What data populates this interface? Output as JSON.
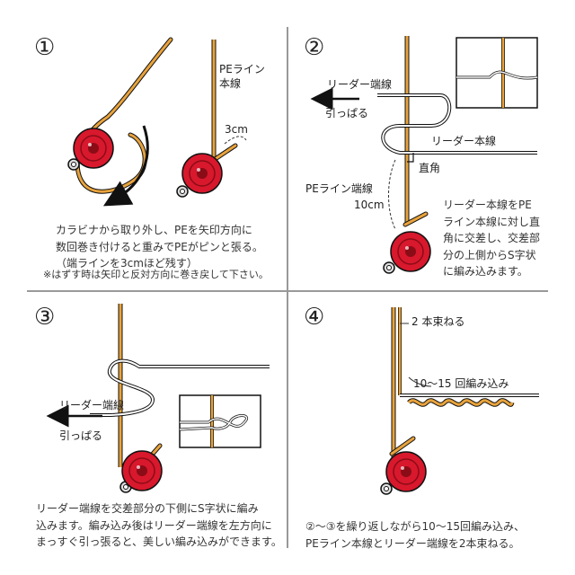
{
  "step1": {
    "num": "①",
    "label_pe": [
      "PEライン",
      "本線"
    ],
    "label_3cm": "3cm",
    "caption": [
      "カラビナから取り外し、PEを矢印方向に",
      "数回巻き付けると重みでPEがピンと張る。",
      "（端ラインを3cmほど残す）"
    ],
    "note": "※はずす時は矢印と反対方向に巻き戻して下さい。"
  },
  "step2": {
    "num": "②",
    "label_leader_end": "リーダー端線",
    "label_pull": "引っぱる",
    "label_leader_main": "リーダー本線",
    "label_right_angle": "直角",
    "label_pe_end": "PEライン端線",
    "label_10cm": "10cm",
    "caption": [
      "リーダー本線をPE",
      "ライン本線に対し直",
      "角に交差し、交差部",
      "分の上側からS字状",
      "に編み込みます。"
    ]
  },
  "step3": {
    "num": "③",
    "label_leader_end": "リーダー端線",
    "label_pull": "引っぱる",
    "caption": [
      "リーダー端線を交差部分の下側にS字状に編み",
      "込みます。編み込み後はリーダー端線を左方向に",
      "まっすぐ引っ張ると、美しい編み込みができます。"
    ]
  },
  "step4": {
    "num": "④",
    "label_bundle": "2 本束ねる",
    "label_weave": "10～15 回編み込み",
    "caption": [
      "②～③を繰り返しながら10～15回編み込み、",
      "PEライン本線とリーダー端線を2本束ねる。"
    ]
  },
  "colors": {
    "pe_line": "#e8a33c",
    "weight": "#d8182c",
    "leader": "#ffffff"
  }
}
